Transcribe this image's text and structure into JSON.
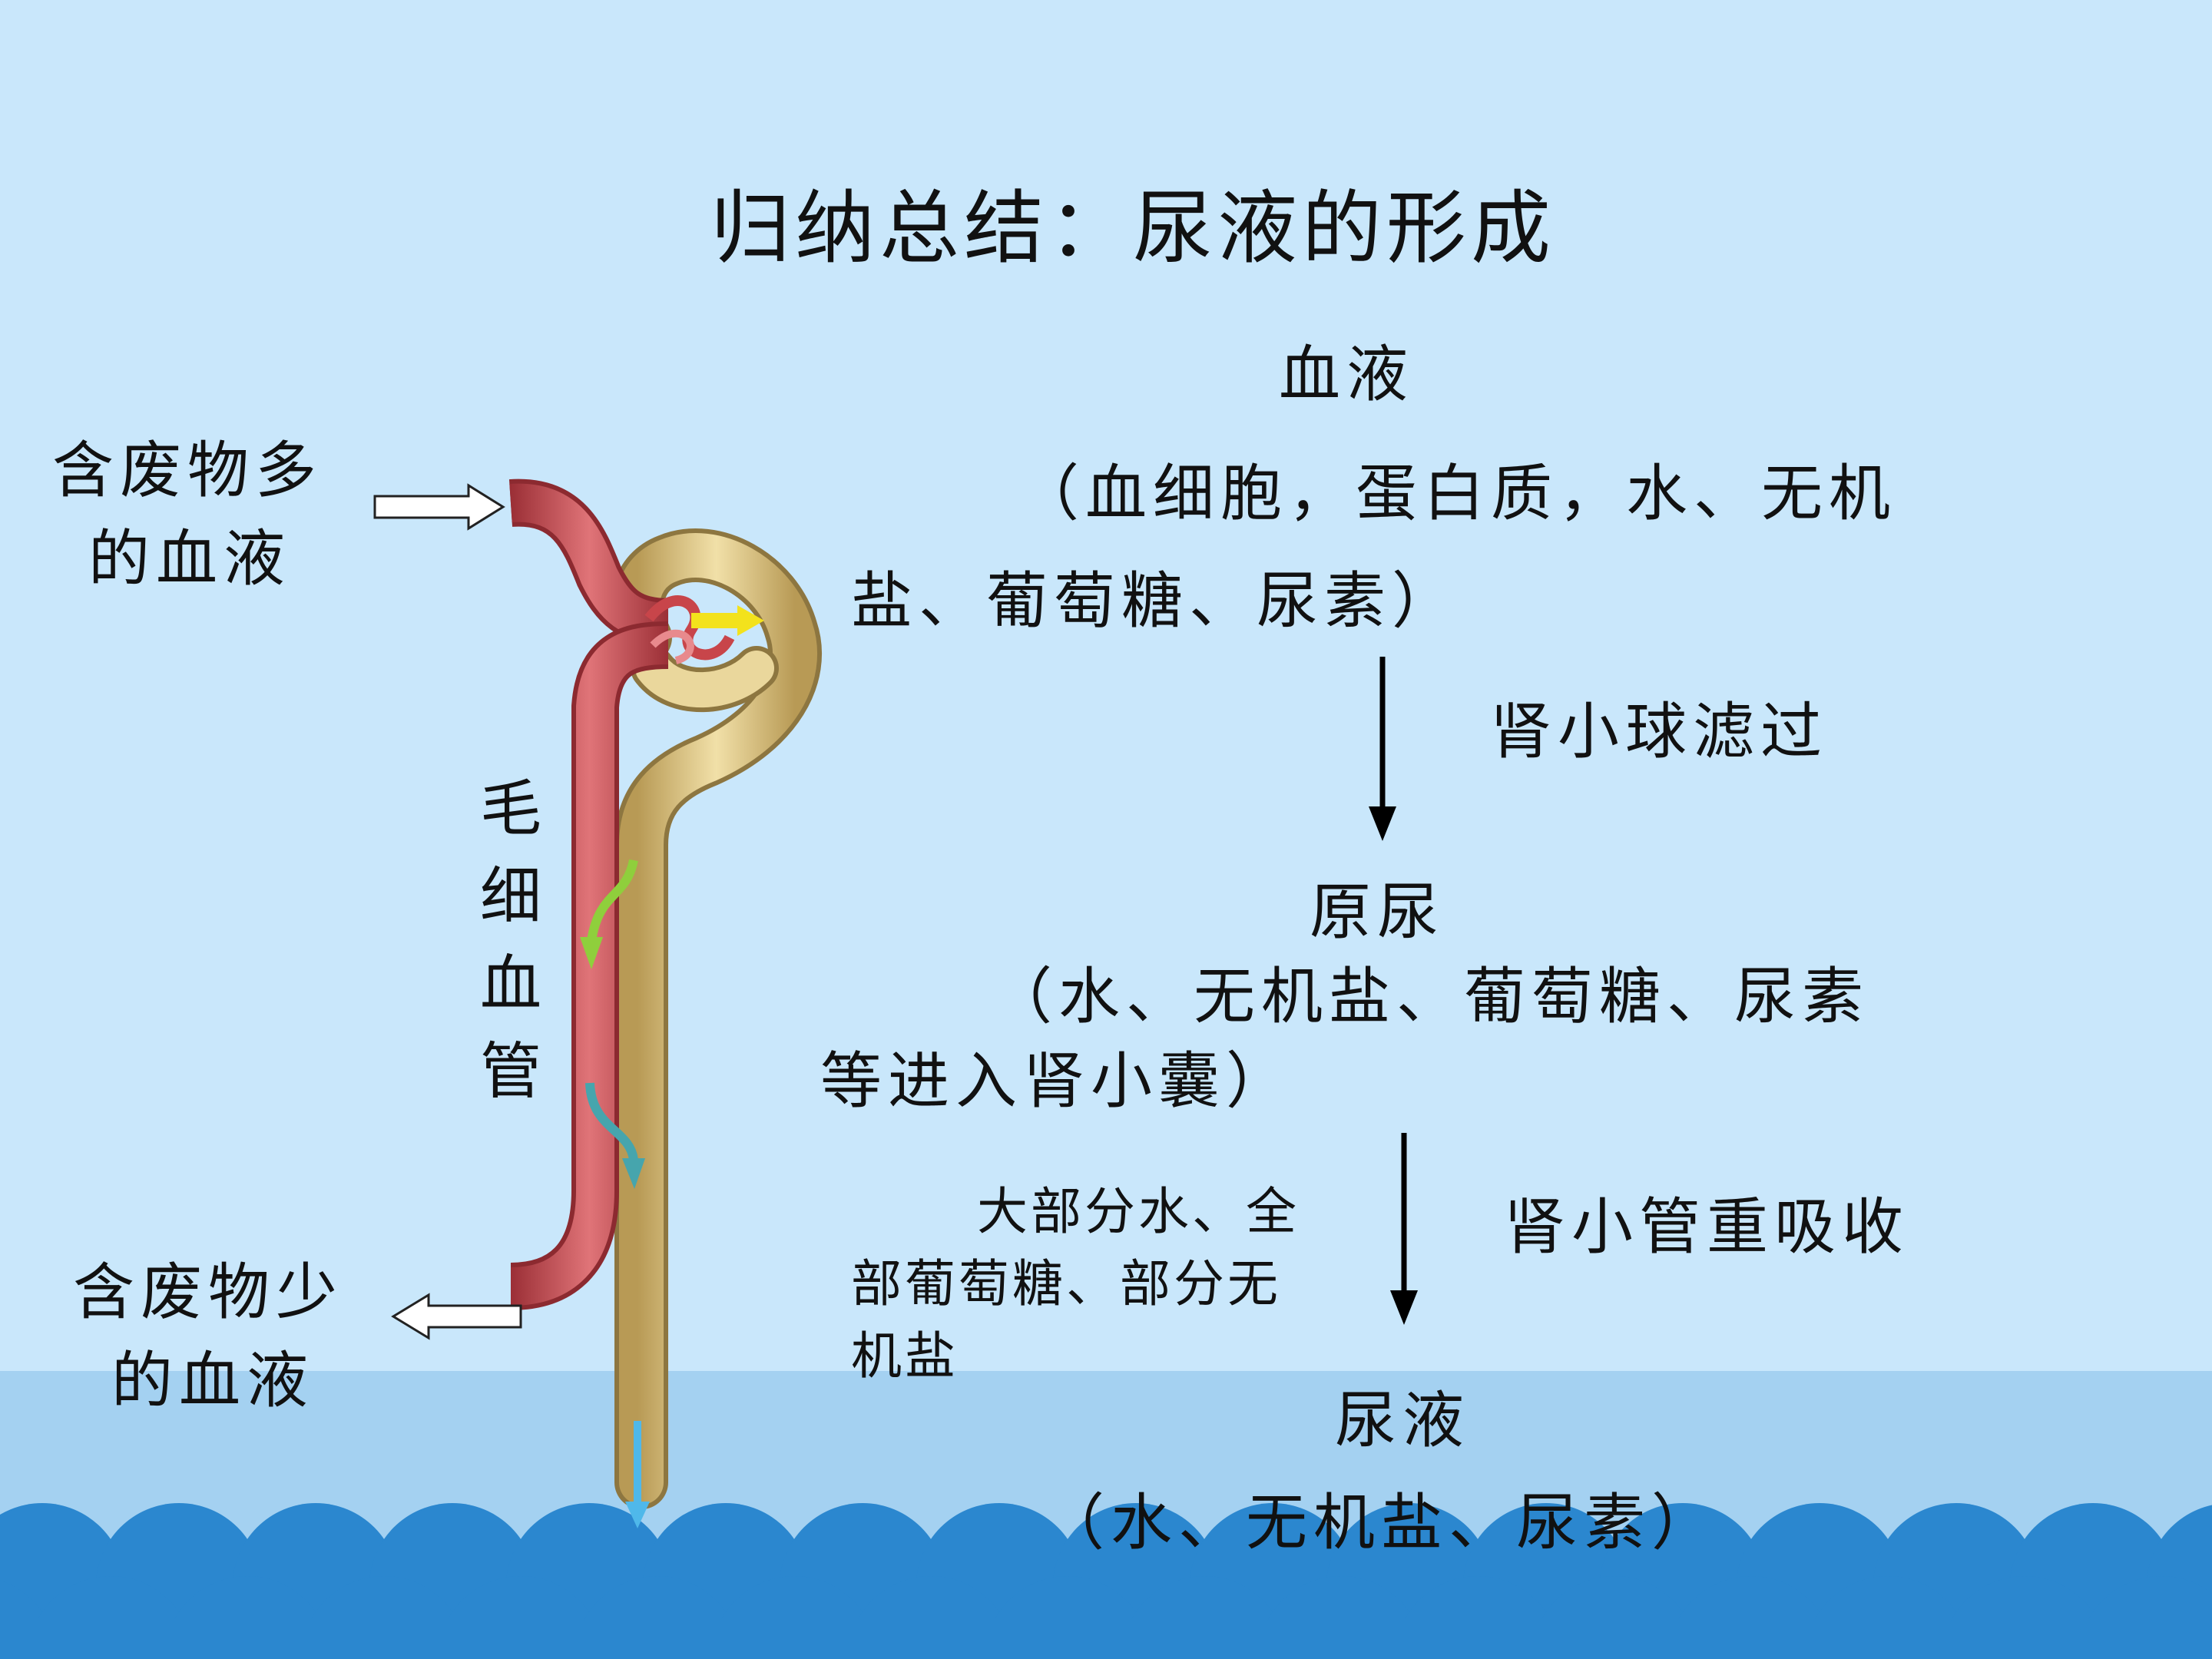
{
  "slide": {
    "title": "归纳总结：尿液的形成"
  },
  "left_labels": {
    "blood_in": [
      "含废物多",
      "的血液"
    ],
    "blood_out": [
      "含废物少",
      "的血液"
    ],
    "capillary": "毛细血管"
  },
  "flow": {
    "blood": {
      "name": "血液",
      "components": [
        "（血细胞，蛋白质，水、无机",
        "盐、葡萄糖、尿素）"
      ]
    },
    "step1": "肾小球滤过",
    "primary_urine": {
      "name": "原尿",
      "components": [
        "（水、无机盐、葡萄糖、尿素",
        "等进入肾小囊）"
      ]
    },
    "reabsorbed": [
      "大部分水、全",
      "部葡萄糖、部分无",
      "机盐"
    ],
    "step2": "肾小管重吸收",
    "urine": {
      "name": "尿液",
      "components": "（水、无机盐、尿素）"
    }
  },
  "colors": {
    "background": "#c9e7fb",
    "wave": "#2b87cf",
    "blood_vessel": "#c8454a",
    "tubule": "#dcc585"
  }
}
